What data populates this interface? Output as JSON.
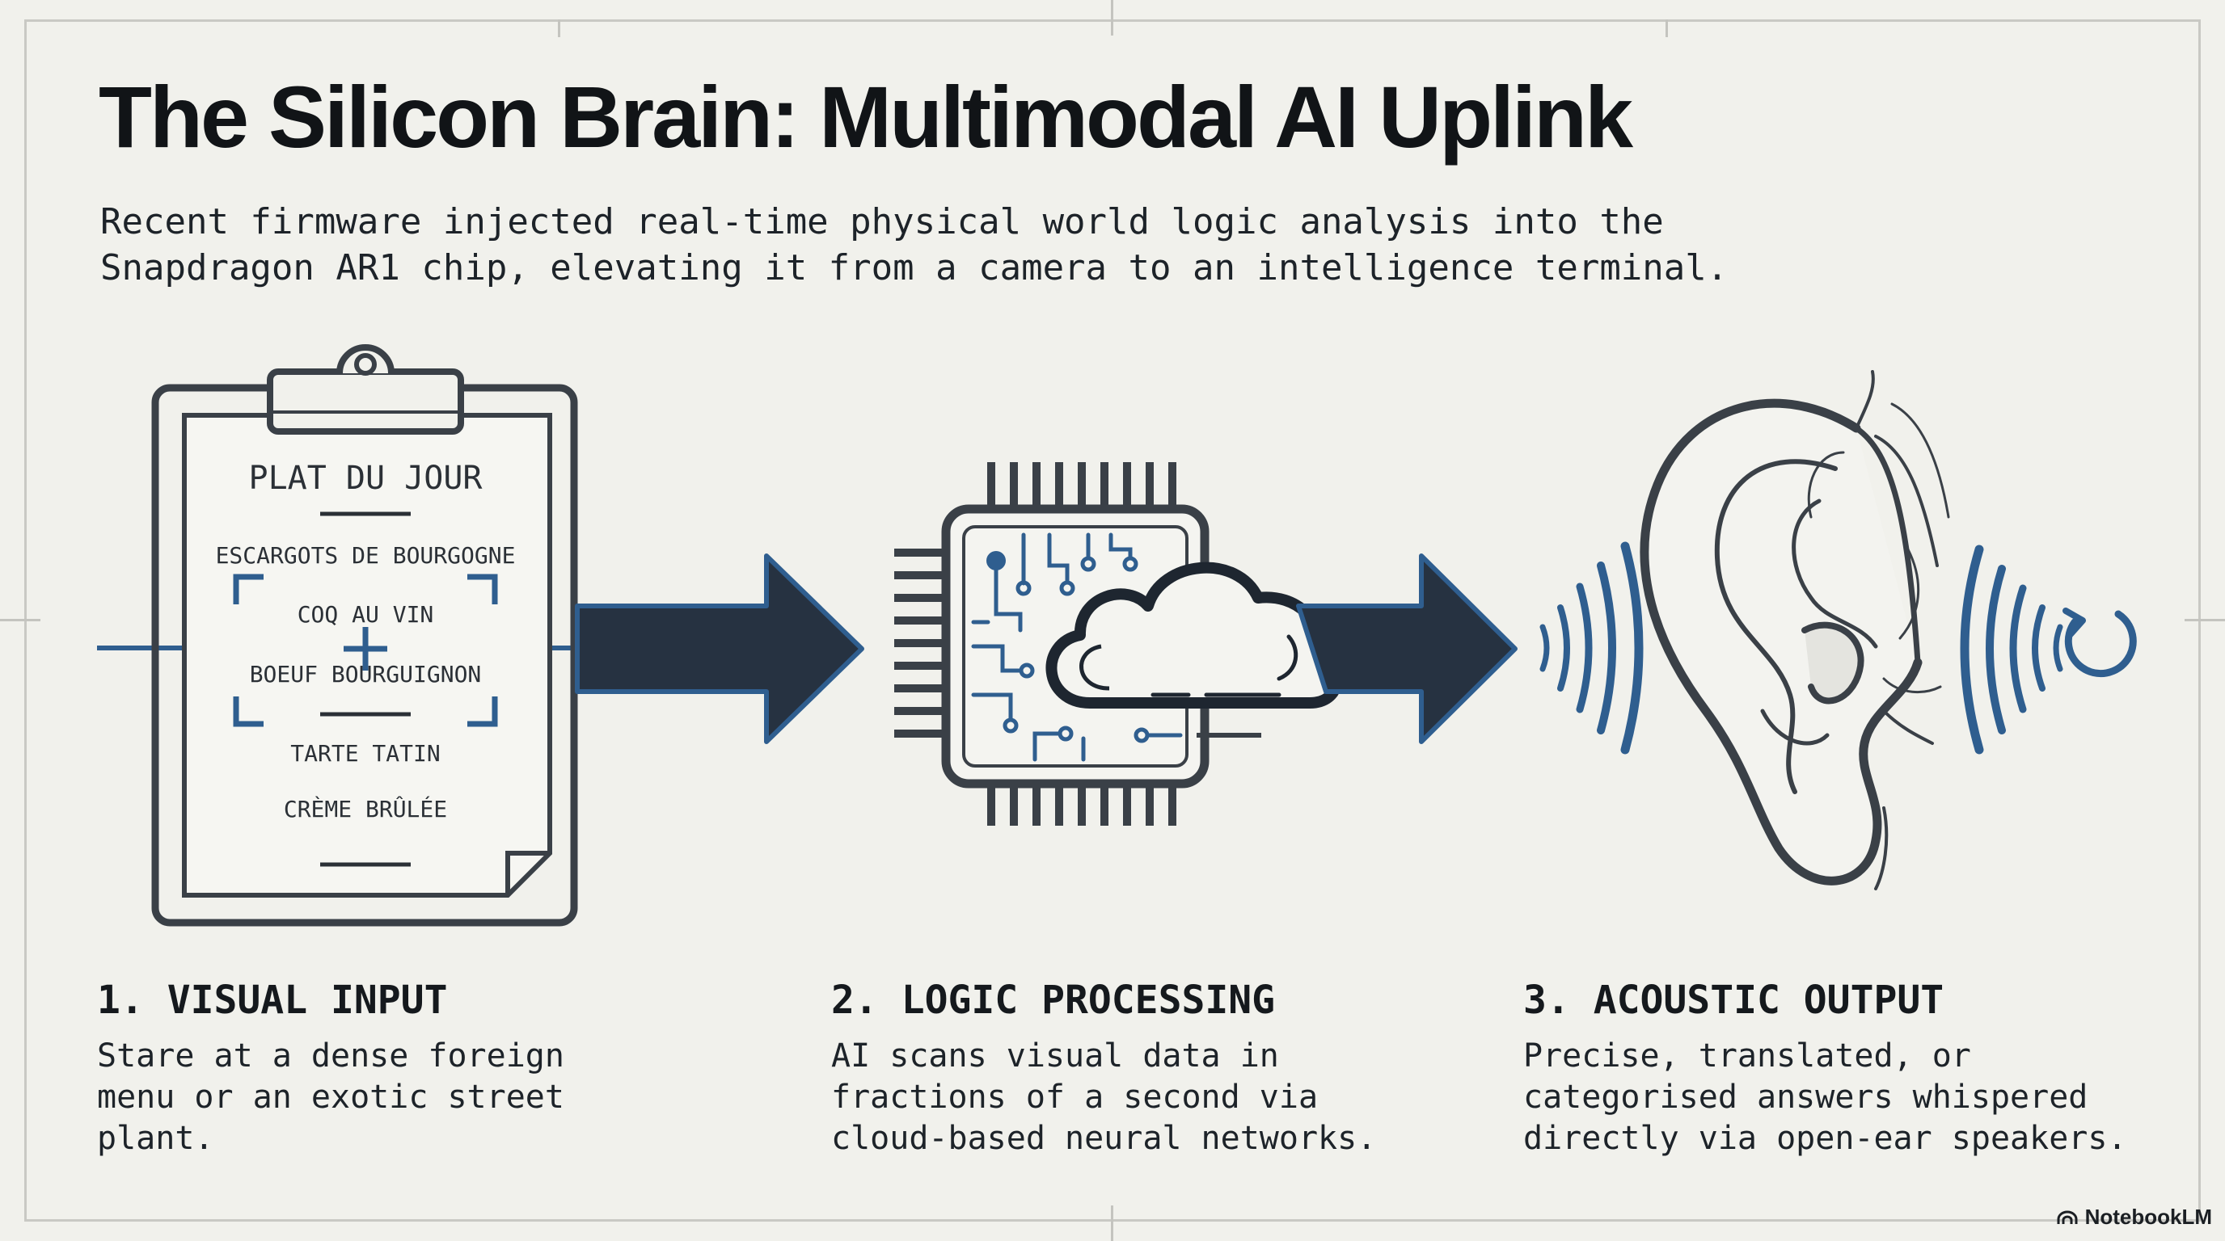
{
  "title": "The Silicon Brain: Multimodal AI Uplink",
  "subtitle": "Recent firmware injected real-time physical world logic analysis into the Snapdragon AR1 chip, elevating it from a camera to an intelligence terminal.",
  "menu": {
    "heading": "PLAT DU JOUR",
    "items": [
      "ESCARGOTS DE BOURGOGNE",
      "COQ AU VIN",
      "BOEUF BOURGUIGNON",
      "TARTE TATIN",
      "CRÈME BRÛLÉE"
    ]
  },
  "steps": [
    {
      "heading": "1. VISUAL INPUT",
      "text": "Stare at a dense foreign menu or an exotic street plant."
    },
    {
      "heading": "2. LOGIC PROCESSING",
      "text": "AI scans visual data in fractions of a second via cloud-based neural networks."
    },
    {
      "heading": "3. ACOUSTIC OUTPUT",
      "text": "Precise, translated, or categorised answers whispered directly via open-ear speakers."
    }
  ],
  "brand": "NotebookLM",
  "icons": [
    "clipboard-menu-icon",
    "scan-crosshair-icon",
    "chip-icon",
    "cloud-icon",
    "ear-icon",
    "sound-wave-icon",
    "replay-icon",
    "arrow-icon"
  ],
  "colors": {
    "background": "#f1f1ec",
    "ink": "#1d2329",
    "accent_blue": "#2f5e8f",
    "arrow": "#263241"
  }
}
